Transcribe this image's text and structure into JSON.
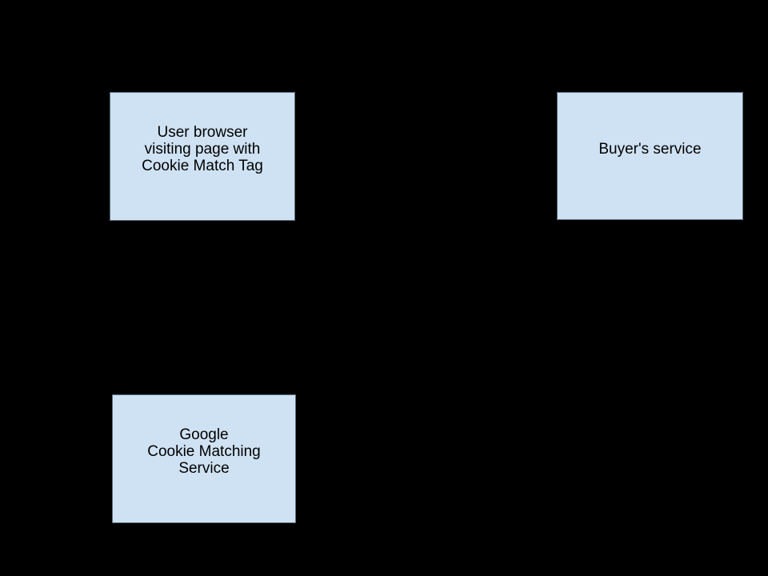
{
  "colors": {
    "background": "#000000",
    "node-fill": "#cfe2f3",
    "node-border": "#5a6b7d",
    "node-text": "#000000"
  },
  "diagram": {
    "nodes": {
      "user_browser": {
        "label": "User browser\nvisiting page with\nCookie Match Tag"
      },
      "buyers_service": {
        "label": "Buyer's service"
      },
      "google_cookie_matching_service": {
        "label": "Google\nCookie Matching\nService"
      }
    }
  }
}
